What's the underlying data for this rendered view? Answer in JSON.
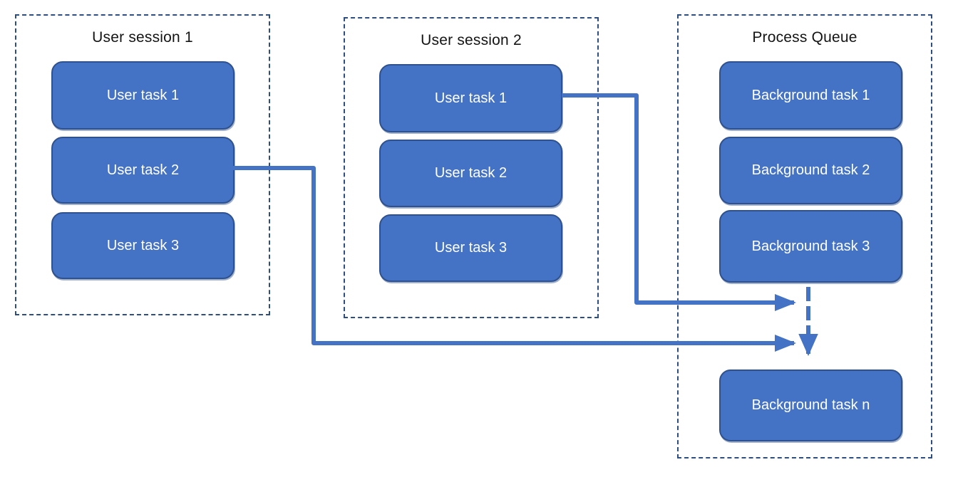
{
  "diagram": {
    "colors": {
      "task_fill": "#4472C4",
      "task_border": "#2F528F",
      "task_text": "#FFFFFF",
      "container_border": "#2E4D80",
      "title_text": "#141414",
      "connector": "#4472C4",
      "background": "#FFFFFF"
    },
    "containers": [
      {
        "id": "user-session-1",
        "title": "User session 1",
        "tasks": [
          "User task 1",
          "User task 2",
          "User task 3"
        ]
      },
      {
        "id": "user-session-2",
        "title": "User session 2",
        "tasks": [
          "User task 1",
          "User task 2",
          "User task 3"
        ]
      },
      {
        "id": "process-queue",
        "title": "Process Queue",
        "tasks": [
          "Background task 1",
          "Background task 2",
          "Background task 3",
          "Background task n"
        ]
      }
    ],
    "connectors": [
      {
        "from": "User session 1 / User task 2",
        "to": "Process Queue",
        "style": "solid-elbow",
        "arrowhead": "triangle"
      },
      {
        "from": "User session 2 / User task 1",
        "to": "Process Queue",
        "style": "solid-elbow",
        "arrowhead": "triangle"
      },
      {
        "from": "Process Queue / Background task 3",
        "to": "Process Queue / Background task n",
        "style": "dashed-vertical",
        "arrowhead": "triangle"
      }
    ]
  }
}
